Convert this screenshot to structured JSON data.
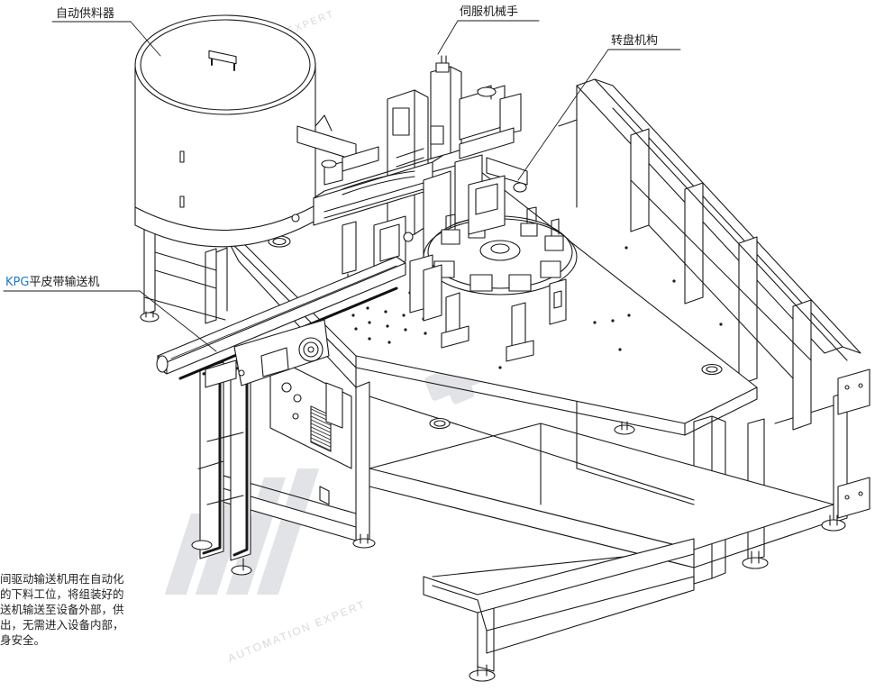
{
  "labels": {
    "feeder": "自动供料器",
    "servo_arm": "伺服机械手",
    "turntable": "转盘机构",
    "conveyor_prefix": "KPG",
    "conveyor_suffix": "平皮带输送机"
  },
  "description": "间驱动输送机用在自动化\n的下料工位，将组装好的\n送机输送至设备外部，供\n出，无需进入设备内部，\n身安全。",
  "watermark": {
    "brand": "AUTOMATION EXPERT",
    "mark": "®"
  },
  "colors": {
    "line": "#1a1a1a",
    "accent": "#1e78c8",
    "watermark": "#c8ccd2"
  }
}
